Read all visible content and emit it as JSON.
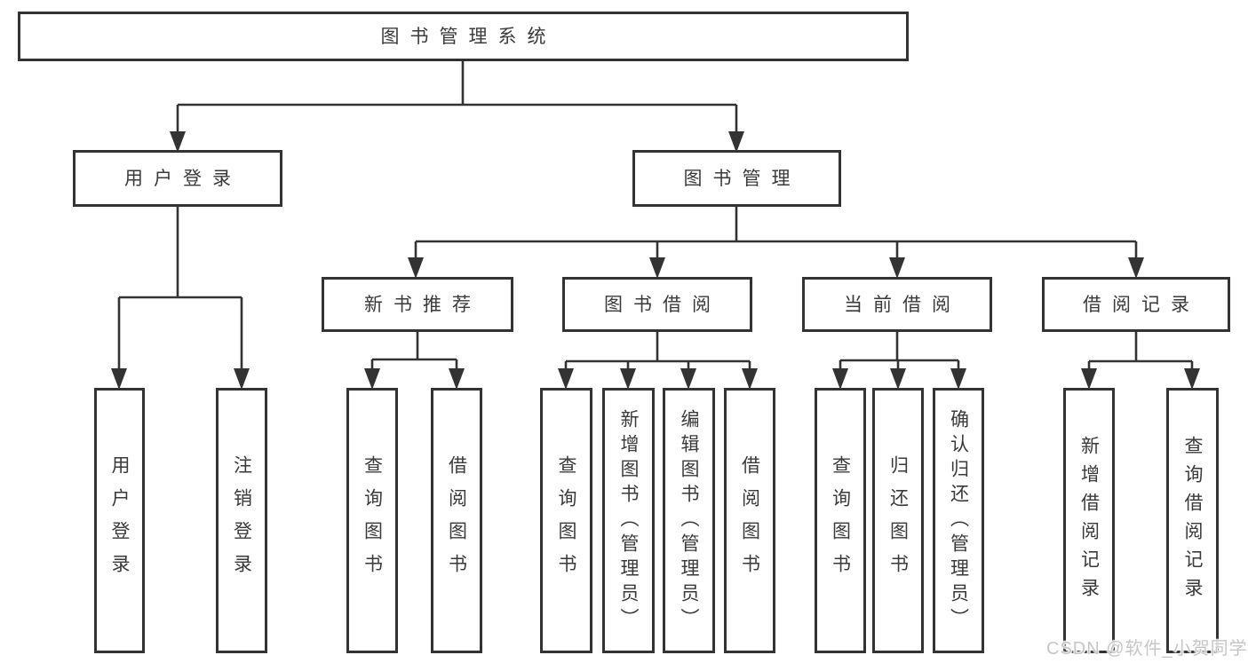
{
  "root": {
    "label": "图书管理系统"
  },
  "branches": [
    {
      "label": "用户登录",
      "children": [
        {
          "label": "用户登录"
        },
        {
          "label": "注销登录"
        }
      ]
    },
    {
      "label": "图书管理",
      "groups": [
        {
          "label": "新书推荐",
          "children": [
            {
              "label": "查询图书"
            },
            {
              "label": "借阅图书"
            }
          ]
        },
        {
          "label": "图书借阅",
          "children": [
            {
              "label": "查询图书"
            },
            {
              "label": "新增图书（管理员）"
            },
            {
              "label": "编辑图书（管理员）"
            },
            {
              "label": "借阅图书"
            }
          ]
        },
        {
          "label": "当前借阅",
          "children": [
            {
              "label": "查询图书"
            },
            {
              "label": "归还图书"
            },
            {
              "label": "确认归还（管理员）"
            }
          ]
        },
        {
          "label": "借阅记录",
          "children": [
            {
              "label": "新增借阅记录"
            },
            {
              "label": "查询借阅记录"
            }
          ]
        }
      ]
    }
  ],
  "watermark": "CSDN @软件_小贺同学",
  "colors": {
    "line": "#333333",
    "text": "#3a3a3a",
    "background": "#ffffff",
    "watermark": "#c6c6c6"
  }
}
